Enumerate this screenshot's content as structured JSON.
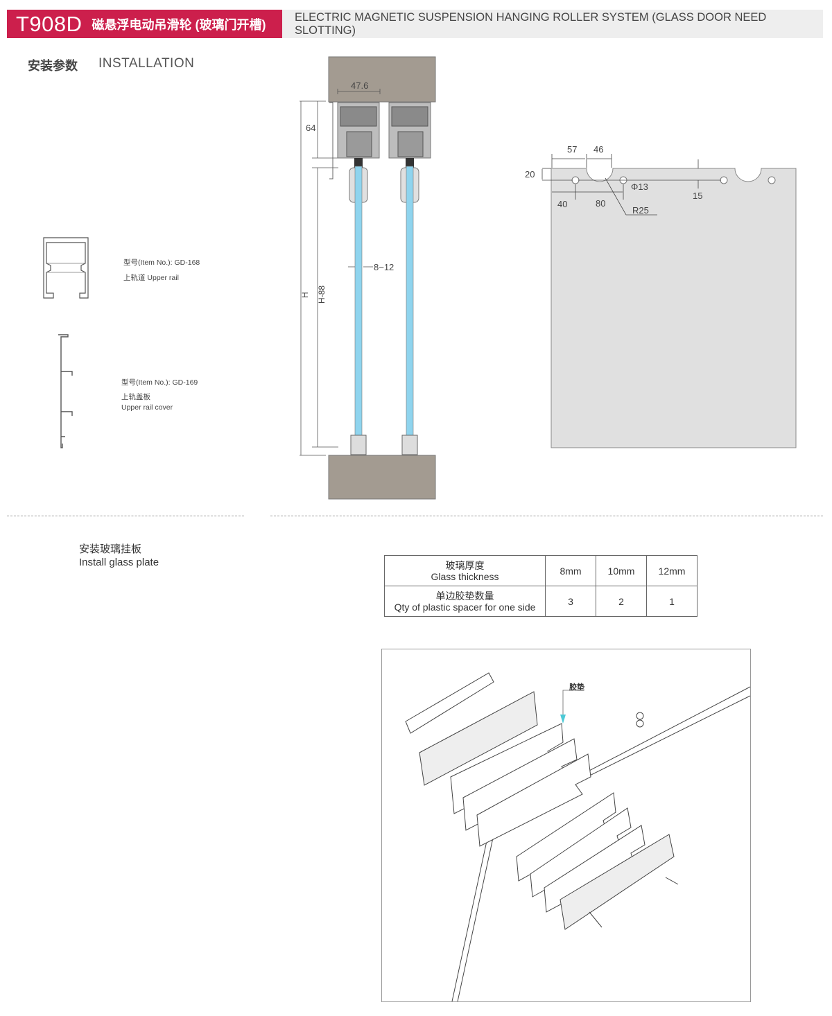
{
  "header": {
    "model": "T908D",
    "title_cn": "磁悬浮电动吊滑轮 (玻璃门开槽)",
    "title_en": "ELECTRIC MAGNETIC SUSPENSION HANGING ROLLER SYSTEM (GLASS DOOR NEED SLOTTING)",
    "accent_color": "#cc1f4c"
  },
  "section": {
    "title_cn": "安装参数",
    "title_en": "INSTALLATION"
  },
  "profiles": [
    {
      "item_no": "型号(Item No.): GD-168",
      "name": "上轨道 Upper rail"
    },
    {
      "item_no": "型号(Item No.): GD-169",
      "name_cn": "上轨盖板",
      "name_en": "Upper rail cover"
    }
  ],
  "section_drawing": {
    "width": "47.6",
    "rail_height": "64",
    "total": "H",
    "glass_height": "H-88",
    "glass_thickness": "8~12"
  },
  "glass_plate": {
    "d57": "57",
    "d46": "46",
    "d20": "20",
    "d40": "40",
    "d80": "80",
    "hole": "Φ13",
    "d15": "15",
    "radius": "R25"
  },
  "install": {
    "title_cn": "安装玻璃挂板",
    "title_en": "Install glass plate",
    "table": {
      "header_cn": "玻璃厚度",
      "header_en": "Glass thickness",
      "columns": [
        "8mm",
        "10mm",
        "12mm"
      ],
      "row_cn": "单边胶垫数量",
      "row_en": "Qty of plastic spacer for one side",
      "values": [
        "3",
        "2",
        "1"
      ]
    },
    "spacer_label": "胶垫"
  }
}
